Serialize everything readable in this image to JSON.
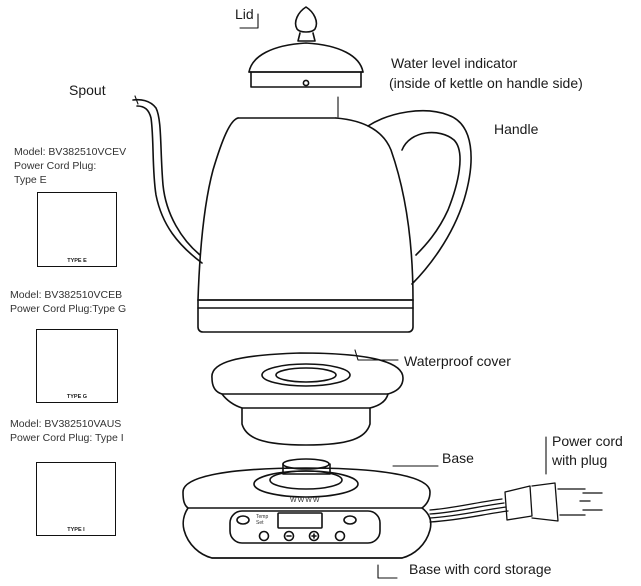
{
  "labels": {
    "lid": "Lid",
    "spout": "Spout",
    "water_level": [
      "Water level indicator",
      "(inside of kettle on handle side)"
    ],
    "handle": "Handle",
    "waterproof_cover": "Waterproof cover",
    "base": "Base",
    "power_cord": [
      "Power cord",
      "with plug"
    ],
    "base_cord_storage": "Base with cord storage"
  },
  "models": [
    {
      "lines": [
        "Model: BV382510VCEV",
        "Power Cord Plug:",
        "Type E"
      ],
      "caption": "TYPE E"
    },
    {
      "lines": [
        "Model: BV382510VCEB",
        "Power Cord Plug:Type G"
      ],
      "caption": "TYPE G"
    },
    {
      "lines": [
        "Model: BV382510VAUS",
        "Power Cord Plug: Type I"
      ],
      "caption": "TYPE I"
    }
  ],
  "control_panel": {
    "brand": "WWWW",
    "temp_label": [
      "Temp",
      "Set"
    ]
  }
}
